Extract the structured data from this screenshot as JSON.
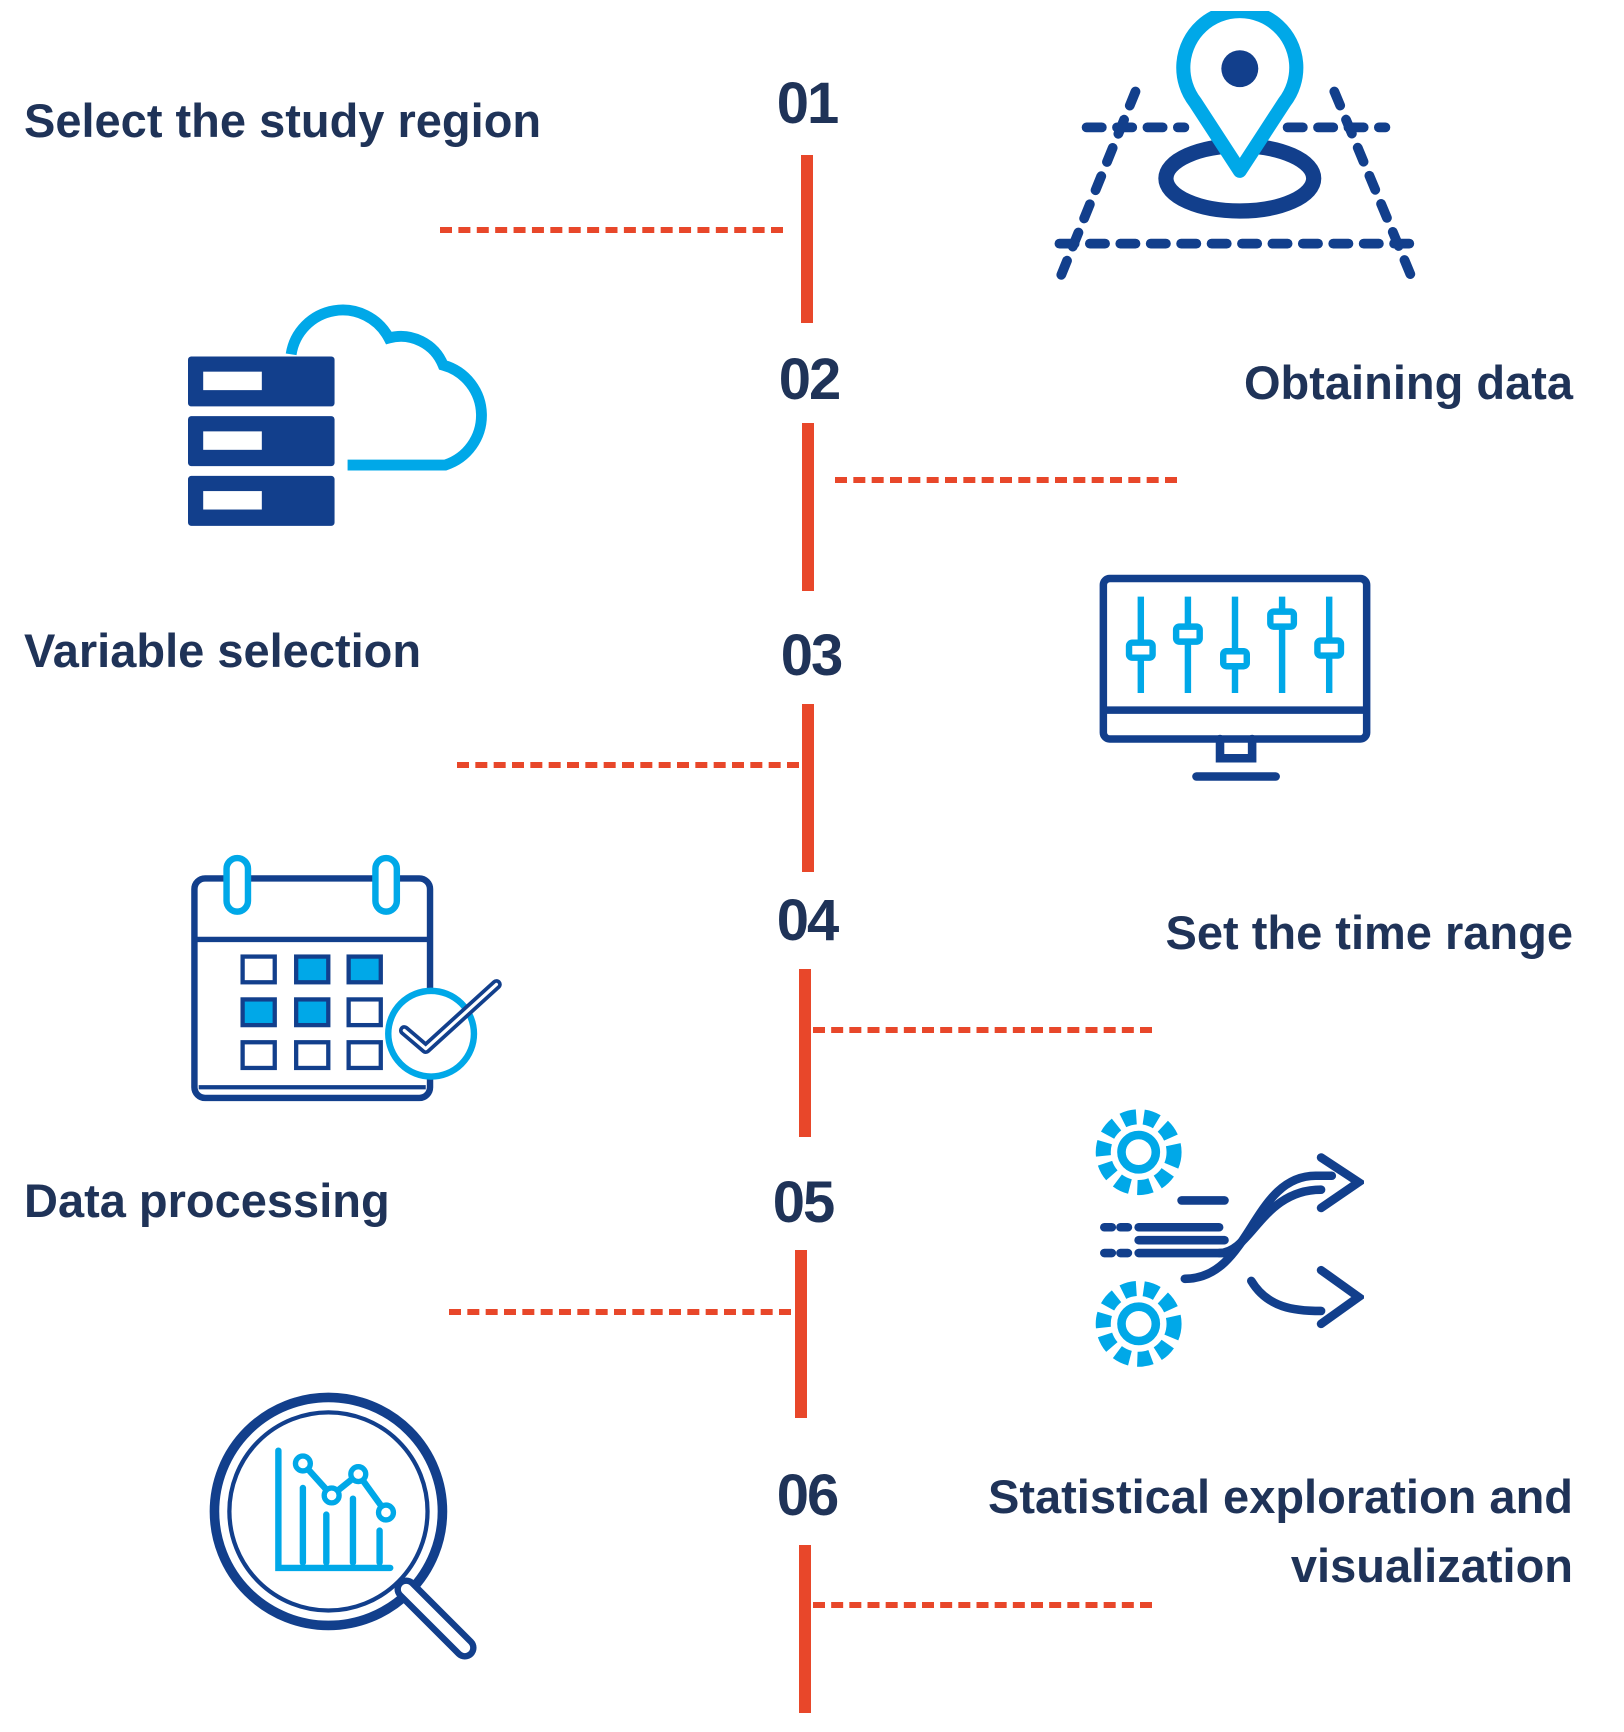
{
  "steps": [
    {
      "number": "01",
      "label": "Select the study region",
      "icon": "map-pin-area-icon"
    },
    {
      "number": "02",
      "label": "Obtaining data",
      "icon": "server-cloud-icon"
    },
    {
      "number": "03",
      "label": "Variable selection",
      "icon": "monitor-sliders-icon"
    },
    {
      "number": "04",
      "label": "Set the time range",
      "icon": "calendar-check-icon"
    },
    {
      "number": "05",
      "label": "Data processing",
      "icon": "gears-flow-icon"
    },
    {
      "number": "06",
      "label_line1": "Statistical exploration and",
      "label_line2": "visualization",
      "icon": "magnifier-chart-icon"
    }
  ],
  "colors": {
    "text": "#1f3358",
    "accent": "#e8472a",
    "navy": "#123f8c",
    "sky": "#00a8e8"
  }
}
